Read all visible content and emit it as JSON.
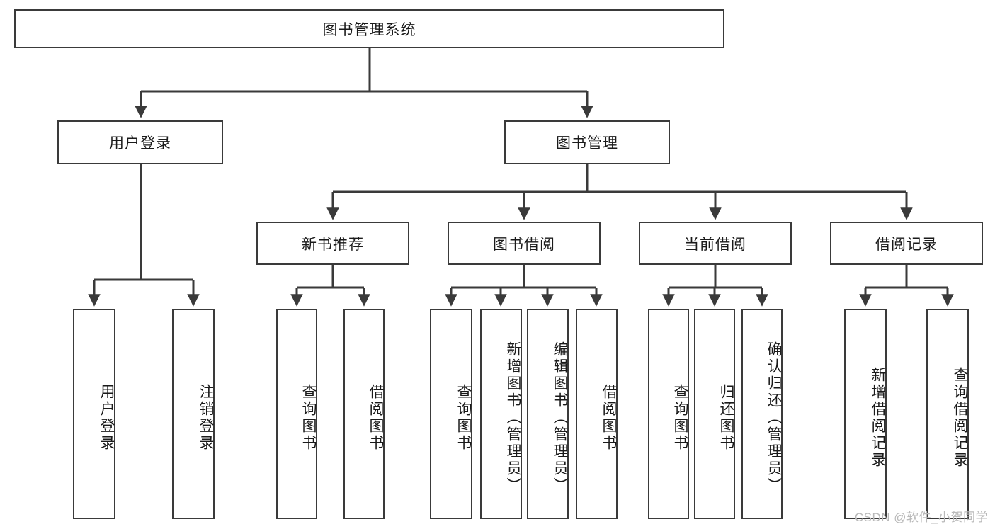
{
  "diagram": {
    "type": "tree",
    "title_node": {
      "label": "图书管理系统"
    },
    "level2": [
      {
        "id": "user-login",
        "label": "用户登录"
      },
      {
        "id": "book-management",
        "label": "图书管理"
      }
    ],
    "level3": [
      {
        "id": "new-book-recommend",
        "label": "新书推荐"
      },
      {
        "id": "book-borrow",
        "label": "图书借阅"
      },
      {
        "id": "current-borrow",
        "label": "当前借阅"
      },
      {
        "id": "borrow-record",
        "label": "借阅记录"
      }
    ],
    "leaves": {
      "user_login": [
        {
          "id": "leaf-user-login",
          "label": "用户登录"
        },
        {
          "id": "leaf-logout",
          "label": "注销登录"
        }
      ],
      "new_book_recommend": [
        {
          "id": "leaf-query-book-1",
          "label": "查询图书"
        },
        {
          "id": "leaf-borrow-book-1",
          "label": "借阅图书"
        }
      ],
      "book_borrow": [
        {
          "id": "leaf-query-book-2",
          "label": "查询图书"
        },
        {
          "id": "leaf-add-book",
          "label": "新增图书（管理员）"
        },
        {
          "id": "leaf-edit-book",
          "label": "编辑图书（管理员）"
        },
        {
          "id": "leaf-borrow-book-2",
          "label": "借阅图书"
        }
      ],
      "current_borrow": [
        {
          "id": "leaf-query-book-3",
          "label": "查询图书"
        },
        {
          "id": "leaf-return-book",
          "label": "归还图书"
        },
        {
          "id": "leaf-confirm-return",
          "label": "确认归还（管理员）"
        }
      ],
      "borrow_record": [
        {
          "id": "leaf-add-record",
          "label": "新增借阅记录"
        },
        {
          "id": "leaf-query-record",
          "label": "查询借阅记录"
        }
      ]
    }
  },
  "watermark": {
    "text": "CSDN @软件_小贺同学"
  },
  "colors": {
    "box_border": "#3a3a3a",
    "box_fill": "#ffffff",
    "text": "#1a1a1a",
    "line": "#3a3a3a",
    "watermark": "#b9b9b9"
  }
}
